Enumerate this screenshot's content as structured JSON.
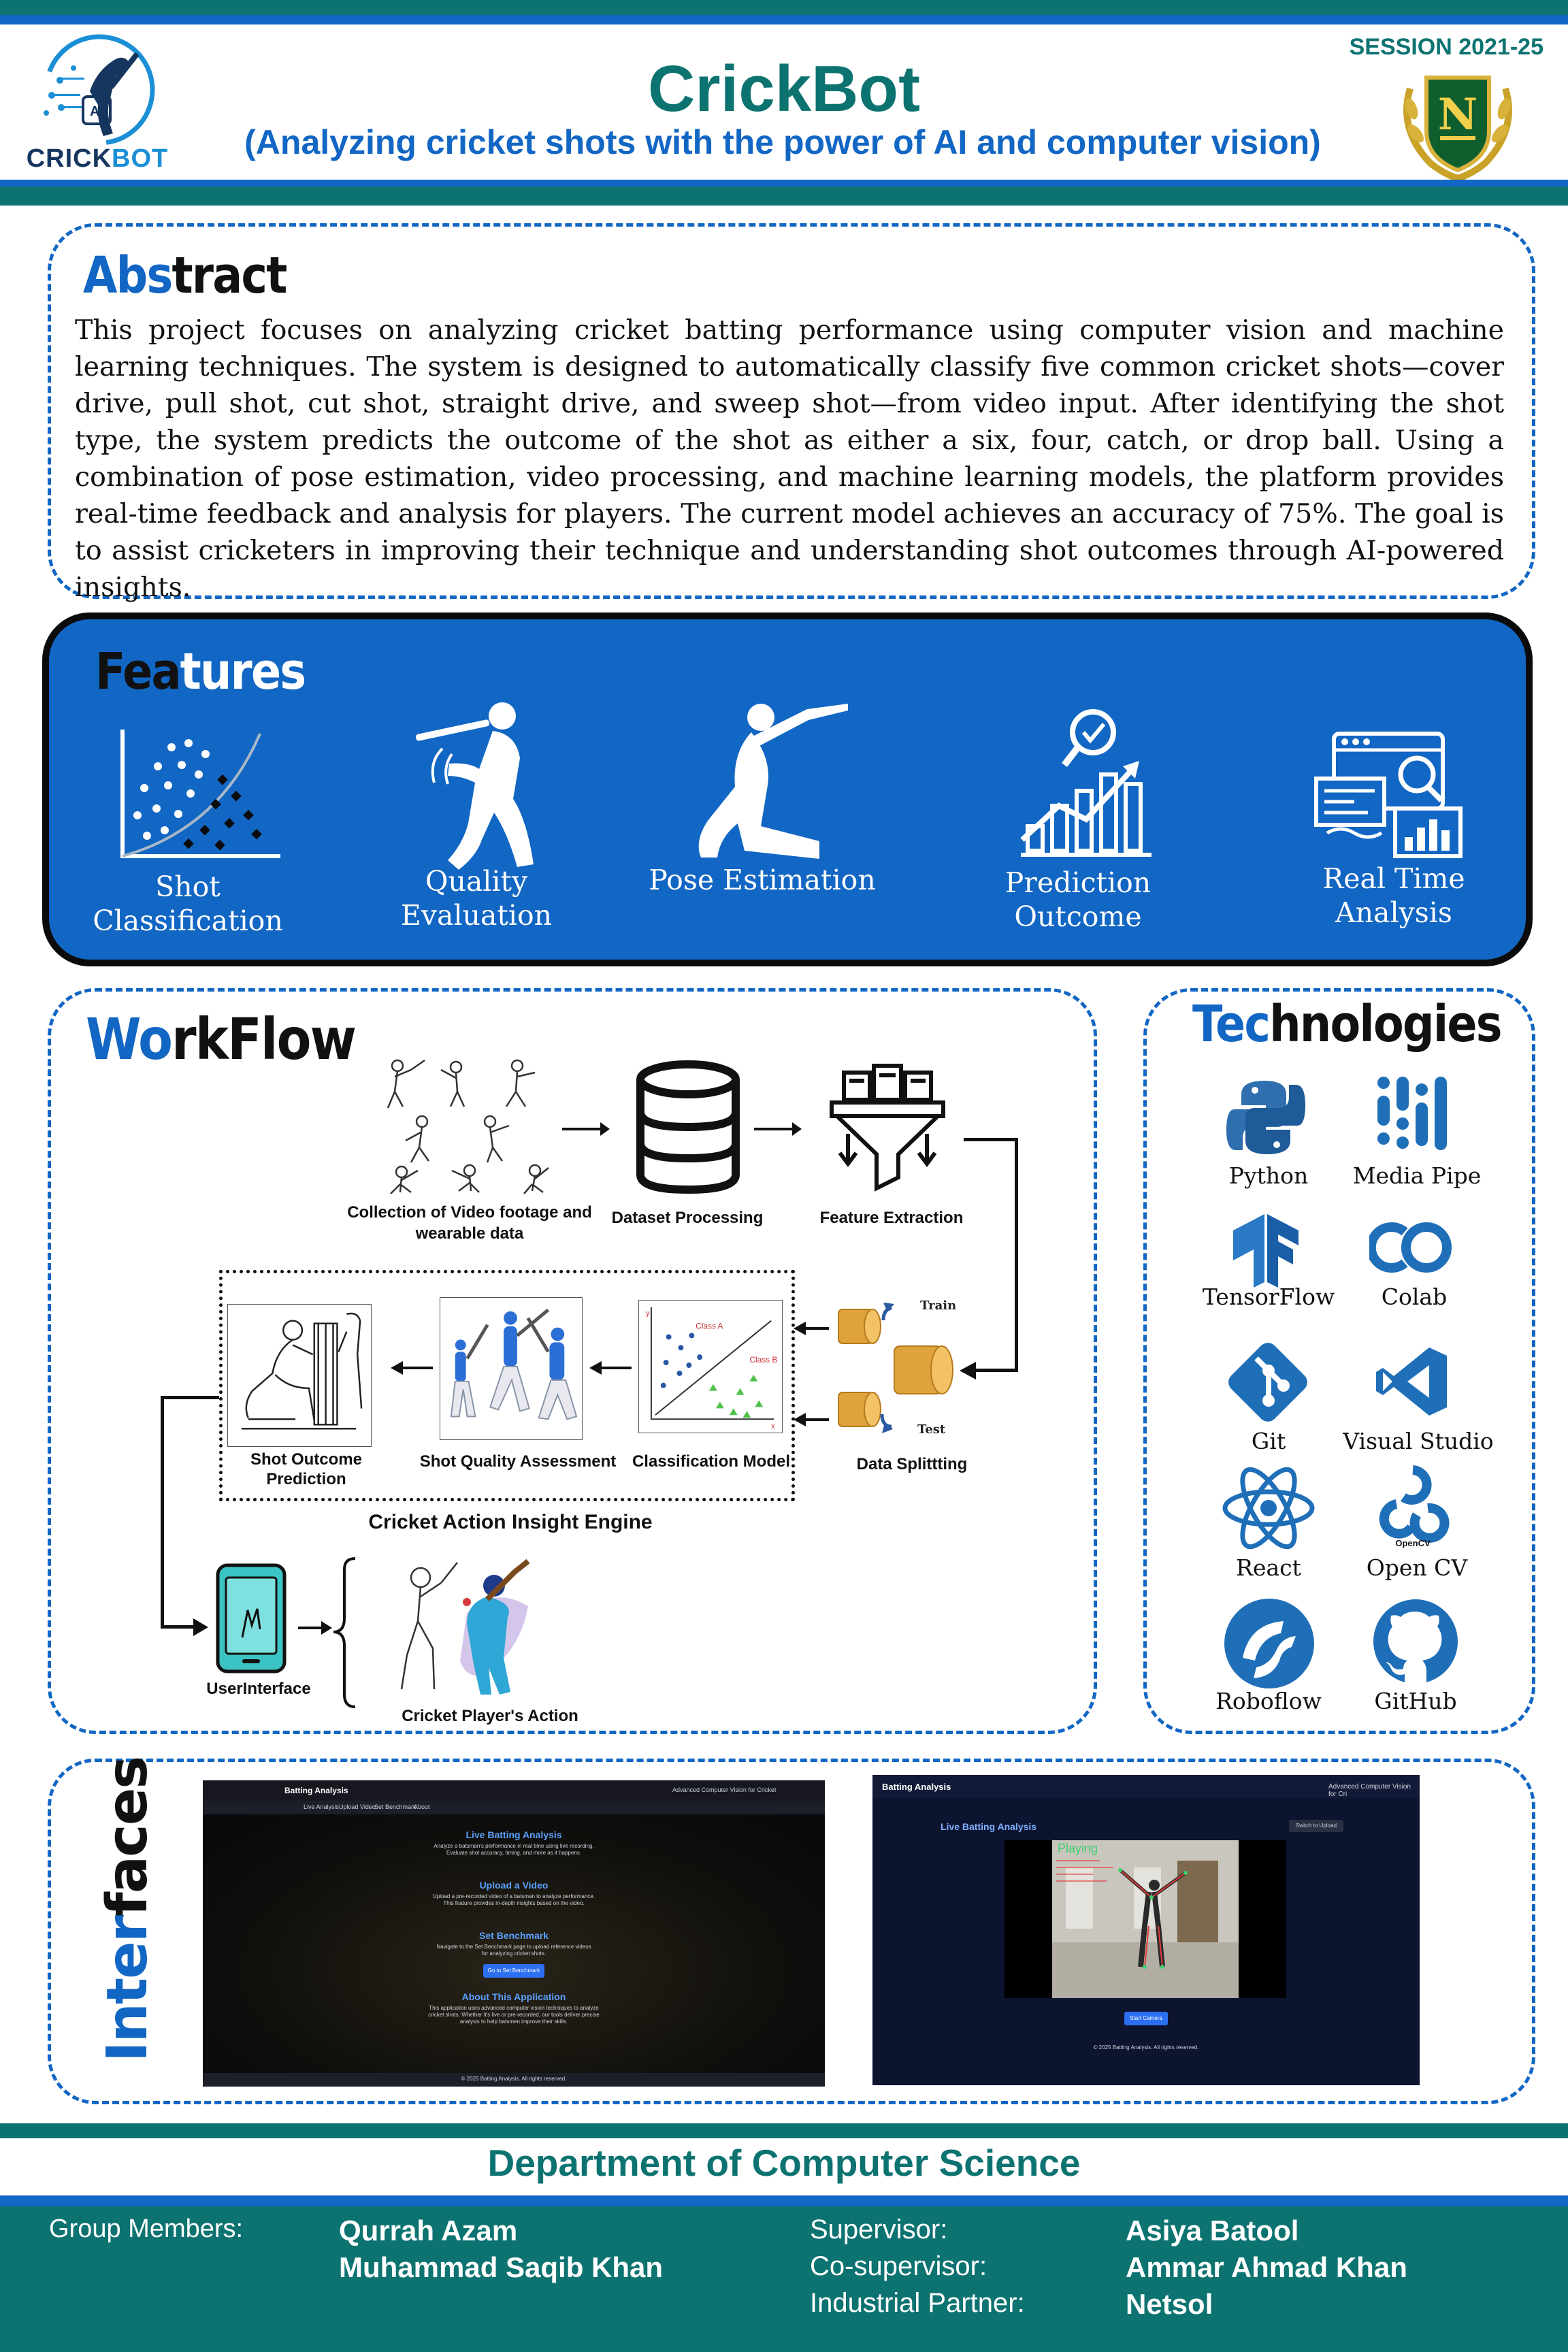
{
  "header": {
    "logo_text_a": "CRICK",
    "logo_text_b": "BOT",
    "logo_chip": "AI",
    "title": "CrickBot",
    "subtitle": "(Analyzing cricket shots with the power of AI and computer vision)",
    "session": "SESSION 2021-25",
    "crest_letter": "N"
  },
  "abstract": {
    "title_hl": "Abs",
    "title_rest": "tract",
    "text": "This project focuses on analyzing cricket batting performance using computer vision and machine learning techniques. The system is designed to automatically classify five common cricket shots—cover drive, pull shot, cut shot, straight drive, and sweep shot—from video input. After identifying the shot type, the system predicts the outcome of the shot as either a six, four, catch, or drop ball. Using a combination of pose estimation, video processing, and machine learning models, the platform provides real-time feedback and analysis for players. The current model achieves an accuracy of 75%. The goal is to assist cricketers in improving their technique and understanding shot outcomes through AI-powered insights."
  },
  "features": {
    "title_a": "Fea",
    "title_b": "tures",
    "items": [
      {
        "label": "Shot Classification",
        "icon": "scatter-chart-icon"
      },
      {
        "label": "Quality Evaluation",
        "icon": "batsman-icon"
      },
      {
        "label": "Pose Estimation",
        "icon": "kneeling-batsman-icon"
      },
      {
        "label": "Prediction Outcome",
        "icon": "growth-chart-icon"
      },
      {
        "label": "Real Time Analysis",
        "icon": "dashboard-icon"
      }
    ]
  },
  "workflow": {
    "title_hl": "Wo",
    "title_rest": "rkFlow",
    "steps": {
      "collection": "Collection of Video footage and wearable data",
      "dataset": "Dataset Processing",
      "feature": "Feature Extraction",
      "splitting": "Data Splittting",
      "train": "Train",
      "test": "Test",
      "classification": "Classification Model",
      "class_a": "Class A",
      "class_b": "Class B",
      "axis_x": "x",
      "axis_y": "y",
      "quality": "Shot Quality Assessment",
      "outcome": "Shot Outcome Prediction",
      "engine": "Cricket Action Insight Engine",
      "ui": "UserInterface",
      "action": "Cricket Player's Action"
    }
  },
  "technologies": {
    "title_hl": "Tec",
    "title_rest": "hnologies",
    "items": [
      {
        "label": "Python",
        "icon": "python-icon",
        "color": "#3b78b5"
      },
      {
        "label": "Media Pipe",
        "icon": "mediapipe-icon",
        "color": "#1f6fb8"
      },
      {
        "label": "TensorFlow",
        "icon": "tensorflow-icon",
        "color": "#1f6fb8"
      },
      {
        "label": "Colab",
        "icon": "colab-icon",
        "color": "#1f6fb8"
      },
      {
        "label": "Git",
        "icon": "git-icon",
        "color": "#1f6fb8"
      },
      {
        "label": "Visual Studio",
        "icon": "vscode-icon",
        "color": "#1f6fb8"
      },
      {
        "label": "React",
        "icon": "react-icon",
        "color": "#1f6fb8"
      },
      {
        "label": "Open CV",
        "icon": "opencv-icon",
        "color": "#1f6fb8"
      },
      {
        "label": "Roboflow",
        "icon": "roboflow-icon",
        "color": "#1f6fb8"
      },
      {
        "label": "GitHub",
        "icon": "github-icon",
        "color": "#1f6fb8"
      }
    ],
    "opencv_caption": "OpenCV"
  },
  "interfaces": {
    "title_a": "Inter",
    "title_b": "faces",
    "screen1": {
      "app": "Batting Analysis",
      "tagline": "Advanced Computer Vision for Cricket",
      "nav": [
        "Live Analysis",
        "Upload Video",
        "Set Benchmark",
        "About"
      ],
      "live_title": "Live Batting Analysis",
      "live_desc": "Analyze a batsman's performance in real time using live recording. Evaluate shot accuracy, timing, and more as it happens.",
      "upload_title": "Upload a Video",
      "upload_desc": "Upload a pre-recorded video of a batsman to analyze performance. This feature provides in-depth insights based on the video.",
      "bench_title": "Set Benchmark",
      "bench_desc": "Navigate to the Set Benchmark page to upload reference videos for analyzing cricket shots.",
      "bench_button": "Go to Set Benchmark",
      "about_title": "About This Application",
      "about_desc": "This application uses advanced computer vision techniques to analyze cricket shots. Whether it's live or pre-recorded, our tools deliver precise analysis to help batsmen improve their skills.",
      "footer": "© 2025 Batting Analysis. All rights reserved."
    },
    "screen2": {
      "app": "Batting Analysis",
      "tagline": "Advanced Computer Vision for Cri",
      "live_title": "Live Batting Analysis",
      "switch_btn": "Switch to Upload",
      "overlay": "Playing",
      "button": "Start Camera",
      "footer": "© 2025 Batting Analysis. All rights reserved."
    }
  },
  "footer": {
    "department": "Department of Computer Science",
    "group_label": "Group Members:",
    "members": [
      "Qurrah Azam",
      "Muhammad Saqib Khan"
    ],
    "supervisor_label": "Supervisor:",
    "supervisor": "Asiya Batool",
    "cosupervisor_label": "Co-supervisor:",
    "cosupervisor": "Ammar Ahmad Khan",
    "partner_label": "Industrial Partner:",
    "partner": "Netsol"
  }
}
